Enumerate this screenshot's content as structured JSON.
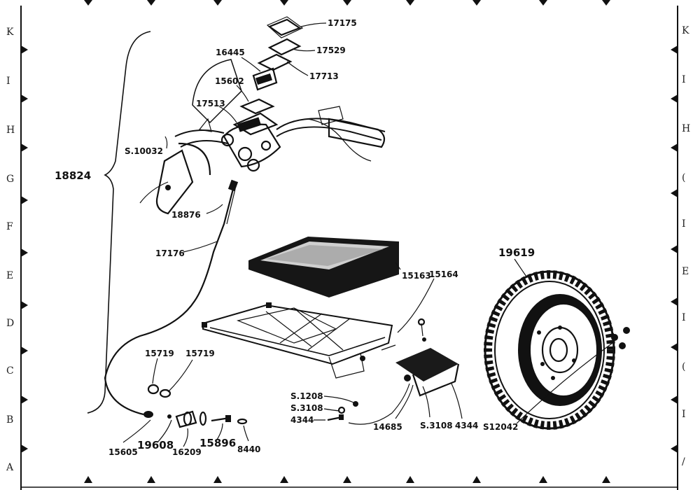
{
  "grid": {
    "left": [
      "K",
      "I",
      "H",
      "G",
      "F",
      "E",
      "D",
      "C",
      "B",
      "A"
    ],
    "right": [
      "K",
      "I",
      "H",
      "(",
      "I",
      "E",
      "I",
      "(",
      "I",
      "/"
    ]
  },
  "labels": {
    "p17175": "17175",
    "p17529": "17529",
    "p17713": "17713",
    "p16445": "16445",
    "p15602": "15602",
    "p17513": "17513",
    "ps10032": "S.10032",
    "p18824": "18824",
    "p18876": "18876",
    "p17176": "17176",
    "p15163": "15163",
    "p15164": "15164",
    "p19619": "19619",
    "p15719a": "15719",
    "p15719b": "15719",
    "ps1208": "S.1208",
    "ps3108a": "S.3108",
    "p4344a": "4344",
    "p14685": "14685",
    "ps3108b": "S.3108",
    "p4344b": "4344",
    "ps12042": "S12042",
    "p15605": "15605",
    "p19608": "19608",
    "p16209": "16209",
    "p15896": "15896",
    "p8440": "8440"
  }
}
